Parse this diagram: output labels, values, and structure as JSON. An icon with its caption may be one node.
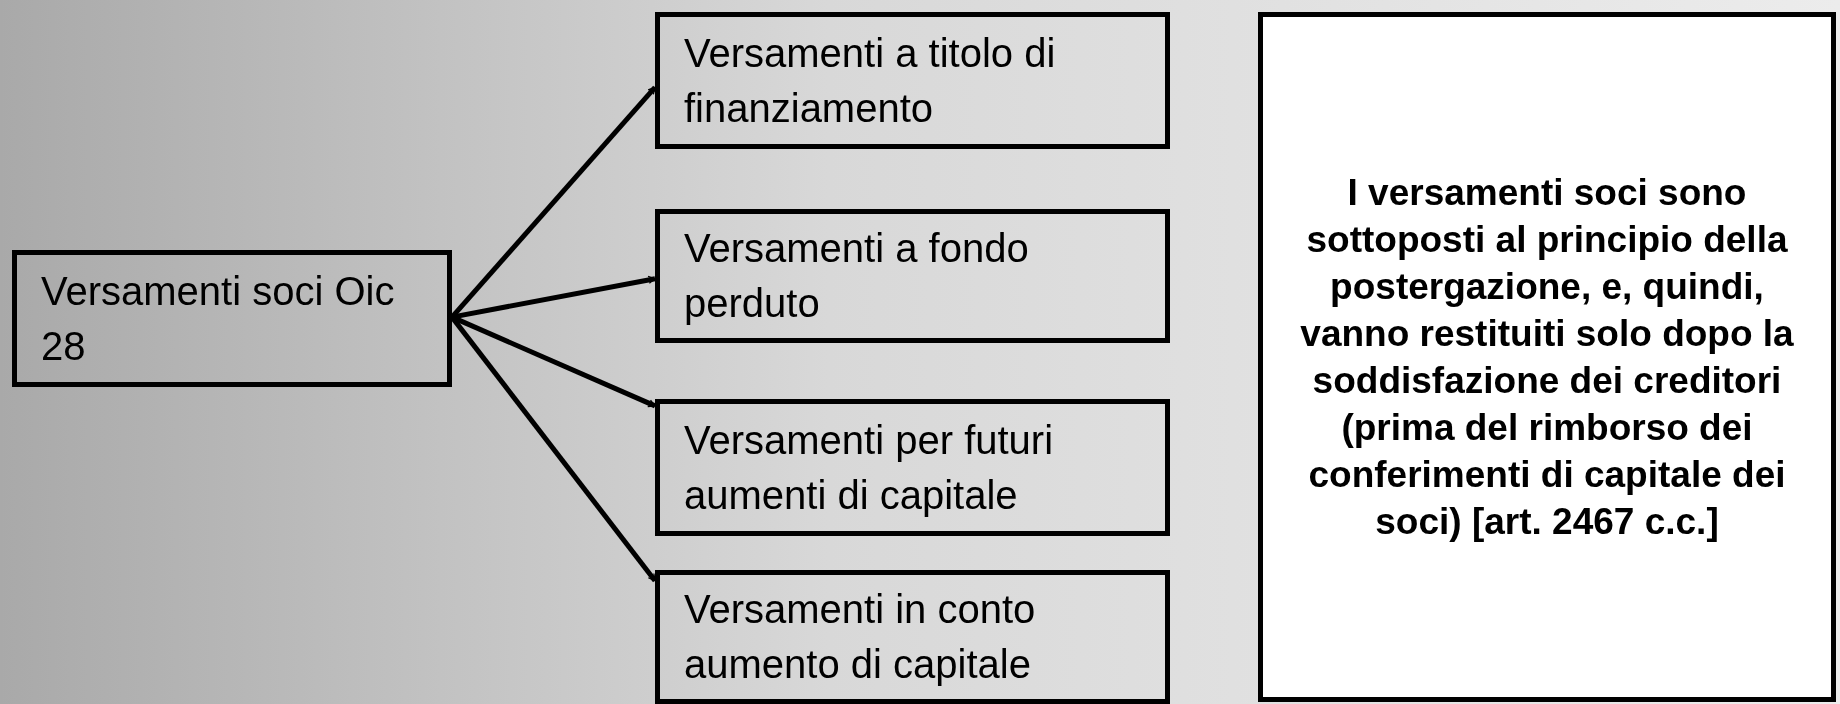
{
  "diagram": {
    "nodes": [
      {
        "text": [
          "Versamenti soci Oic 28"
        ]
      },
      {
        "text": [
          "Versamenti a titolo di finanziamento"
        ]
      },
      {
        "text": [
          "Versamenti a fondo perduto"
        ]
      },
      {
        "text": [
          "Versamenti per futuri aumenti di capitale"
        ]
      },
      {
        "text": [
          "Versamenti in conto aumento di capitale"
        ]
      },
      {
        "text": [
          "I versamenti soci sono sottoposti al principio della postergazione, e, quindi, vanno restituiti solo dopo la soddisfazione dei creditori (prima del rimborso dei conferimenti di capitale dei soci) [art. 2467 c.c.]"
        ]
      }
    ],
    "edges": [
      {
        "from": 0,
        "to": 1,
        "arrow": "to"
      },
      {
        "from": 0,
        "to": 2,
        "arrow": "to"
      },
      {
        "from": 0,
        "to": 3,
        "arrow": "to"
      },
      {
        "from": 0,
        "to": 4,
        "arrow": "to"
      }
    ]
  }
}
